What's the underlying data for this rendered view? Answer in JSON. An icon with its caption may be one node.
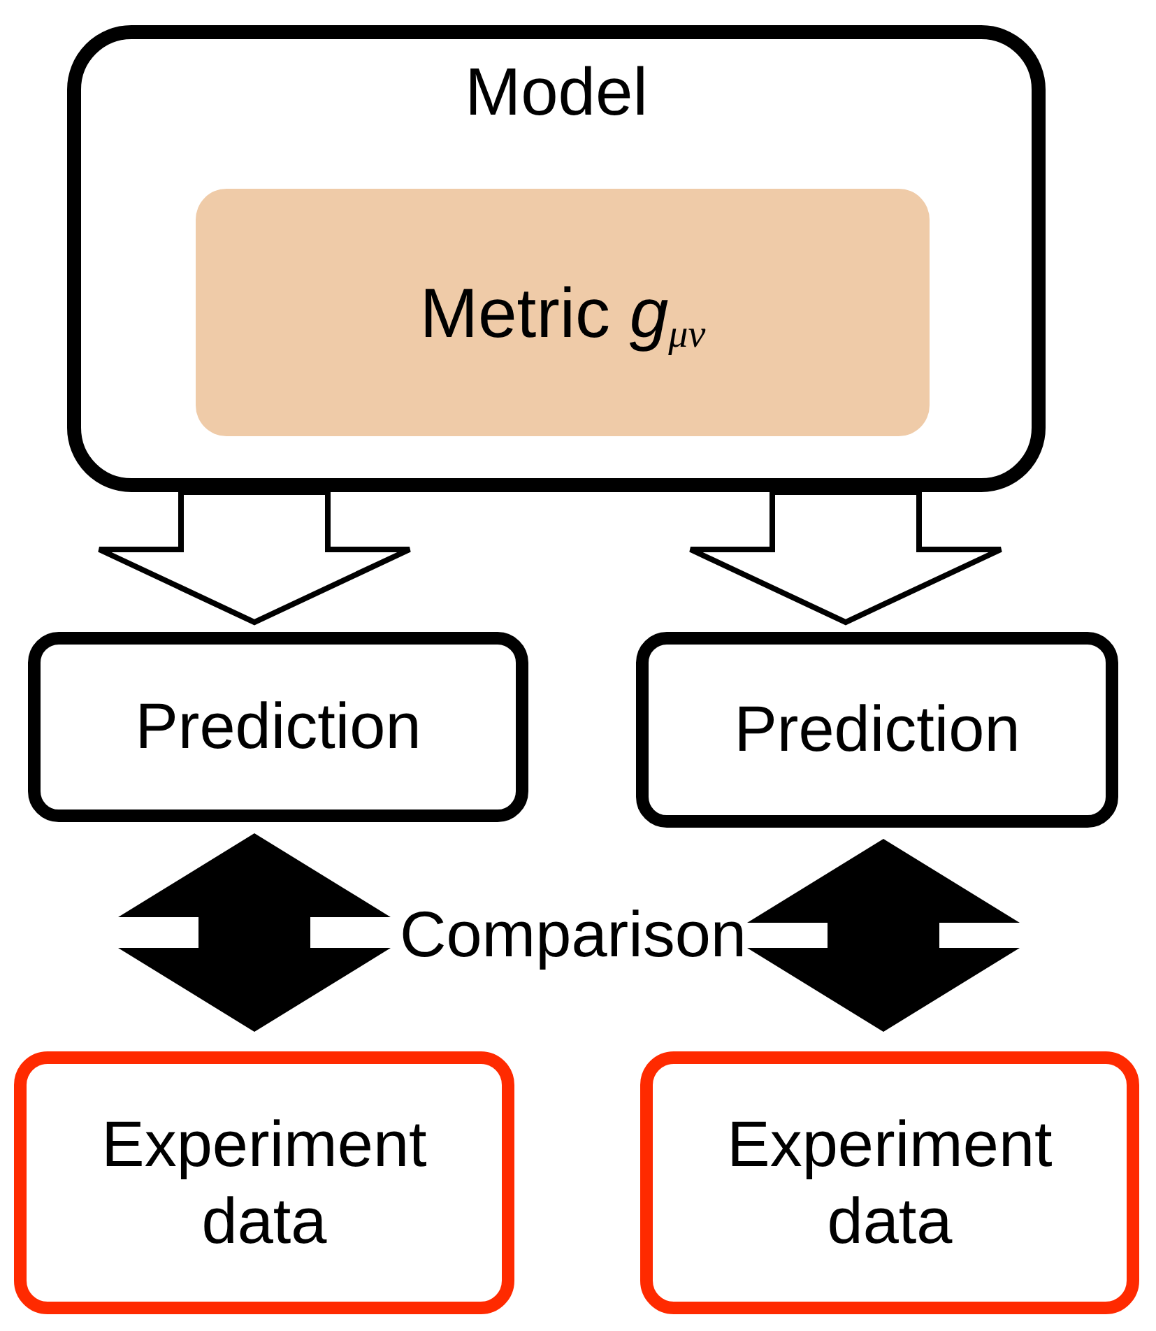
{
  "diagram": {
    "nodes": [
      {
        "text": [
          "Model"
        ]
      },
      {
        "text": [
          "Metric *g*$_{μν}$"
        ],
        "in": 0
      },
      {
        "text": [
          "Prediction"
        ]
      },
      {
        "text": [
          "Prediction"
        ]
      },
      {
        "text": [
          "Experiment data"
        ]
      },
      {
        "text": [
          "Experiment data"
        ]
      }
    ],
    "edges": [
      {
        "from": 0,
        "to": 2,
        "arrow": "to"
      },
      {
        "from": 0,
        "to": 3,
        "arrow": "to"
      },
      {
        "from": 2,
        "to": 4,
        "arrow": "both"
      },
      {
        "from": 3,
        "to": 5,
        "arrow": "both"
      }
    ],
    "labels": [
      "Comparison"
    ]
  }
}
